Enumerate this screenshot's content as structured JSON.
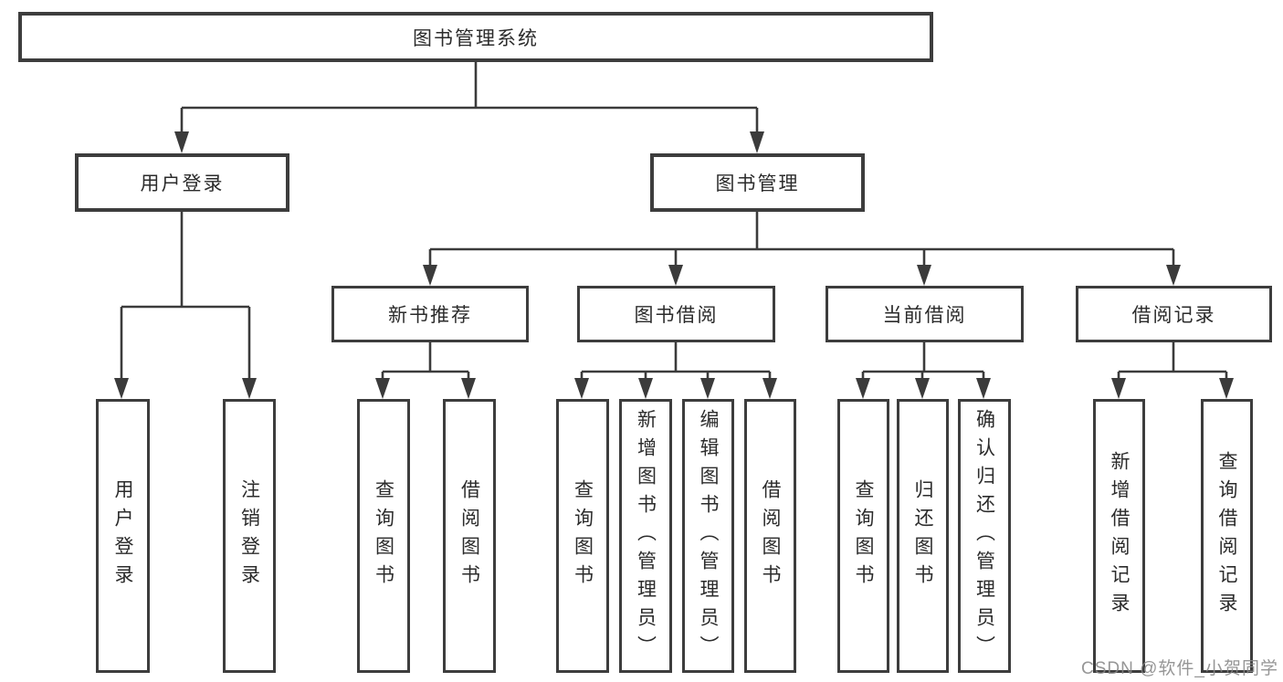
{
  "nodes": {
    "root": "图书管理系统",
    "userLogin": "用户登录",
    "bookMgmt": "图书管理",
    "newBook": "新书推荐",
    "bookBorrow": "图书借阅",
    "currentBorrow": "当前借阅",
    "borrowRecords": "借阅记录",
    "leaves": {
      "userLogin": [
        "用户登录",
        "注销登录"
      ],
      "newBook": [
        "查询图书",
        "借阅图书"
      ],
      "bookBorrow": [
        "查询图书",
        "新增图书（管理员）",
        "编辑图书（管理员）",
        "借阅图书"
      ],
      "currentBorrow": [
        "查询图书",
        "归还图书",
        "确认归还（管理员）"
      ],
      "borrowRecords": [
        "新增借阅记录",
        "查询借阅记录"
      ]
    }
  },
  "watermark": "CSDN @软件_小贺同学",
  "colors": {
    "line": "#3b3b3b",
    "border": "#3d3d3d",
    "text": "#2b2b2b",
    "watermark": "#878787",
    "background": "#ffffff"
  }
}
